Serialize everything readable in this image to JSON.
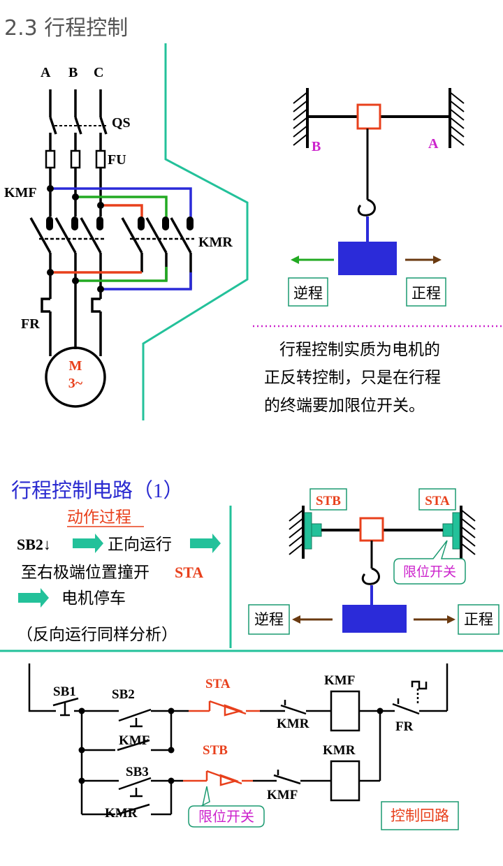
{
  "header": {
    "title": "2.3  行程控制"
  },
  "main_circuit": {
    "phases": [
      "A",
      "B",
      "C"
    ],
    "qs": "QS",
    "fu": "FU",
    "kmf": "KMF",
    "kmr": "KMR",
    "fr": "FR",
    "motor_m": "M",
    "motor_phase": "3~"
  },
  "trolley_top": {
    "left_end": "B",
    "right_end": "A",
    "reverse": "逆程",
    "forward": "正程"
  },
  "explanation": {
    "line1": "行程控制实质为电机的",
    "line2": "正反转控制，只是在行程",
    "line3": "的终端要加限位开关。"
  },
  "section2": {
    "title": "行程控制电路（1）",
    "subtitle": "动作过程",
    "step1_a": "SB2↓",
    "step1_b": "正向运行",
    "step2_a": "至右极端位置撞开",
    "step2_b": "STA",
    "step3": "电机停车",
    "note": "（反向运行同样分析）"
  },
  "trolley_bottom": {
    "stb": "STB",
    "sta": "STA",
    "limit_switch": "限位开关",
    "reverse": "逆程",
    "forward": "正程"
  },
  "control_circuit": {
    "sb1": "SB1",
    "sb2": "SB2",
    "sb3": "SB3",
    "kmf_aux": "KMF",
    "kmr_aux": "KMR",
    "sta": "STA",
    "stb": "STB",
    "kmr_interlock": "KMR",
    "kmf_interlock": "KMF",
    "kmf_coil": "KMF",
    "kmr_coil": "KMR",
    "fr": "FR",
    "limit_switch": "限位开关",
    "caption": "控制回路"
  },
  "colors": {
    "teal": "#23c19a",
    "red": "#e8401c",
    "blue": "#2b2bd9",
    "magenta": "#cc22cc",
    "green": "#22aa22",
    "brown": "#6a3a10",
    "heading_blue": "#2a2ad0",
    "limit_green": "#1a9a70"
  }
}
